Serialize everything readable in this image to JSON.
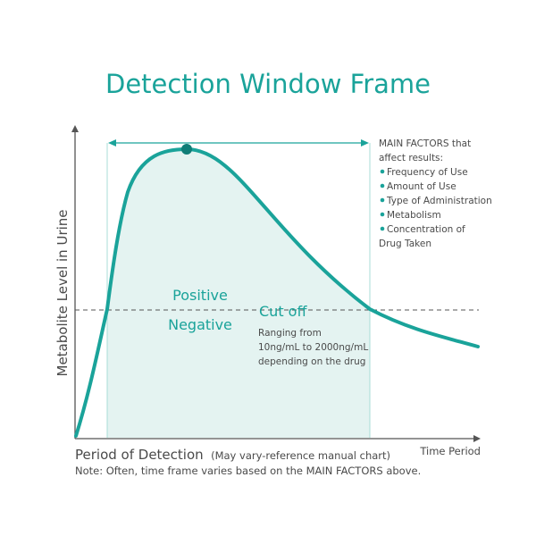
{
  "title": "Detection Window Frame",
  "colors": {
    "teal": "#1aa39a",
    "shade": "#e4f3f1",
    "axis": "#555555",
    "text": "#4a4a4a"
  },
  "y_axis_label": "Metabolite Level in Urine",
  "x_axis_label": "Time Period",
  "labels": {
    "positive": "Positive",
    "negative": "Negative",
    "cutoff": "Cut off",
    "cutoff_note": [
      "Ranging from",
      "10ng/mL to 2000ng/mL",
      "depending on the drug"
    ]
  },
  "main_factors": {
    "heading": [
      "MAIN FACTORS that",
      "affect results:"
    ],
    "items": [
      [
        "Frequency of Use"
      ],
      [
        "Amount of Use"
      ],
      [
        "Type of Administration"
      ],
      [
        "Metabolism"
      ],
      [
        "Concentration of",
        "Drug Taken"
      ]
    ],
    "bullet_icon": "dot-bullet"
  },
  "footer": {
    "period_label": "Period of Detection",
    "period_note": "(May vary-reference manual chart)",
    "note": "Note: Often, time frame varies based on the MAIN FACTORS above."
  }
}
